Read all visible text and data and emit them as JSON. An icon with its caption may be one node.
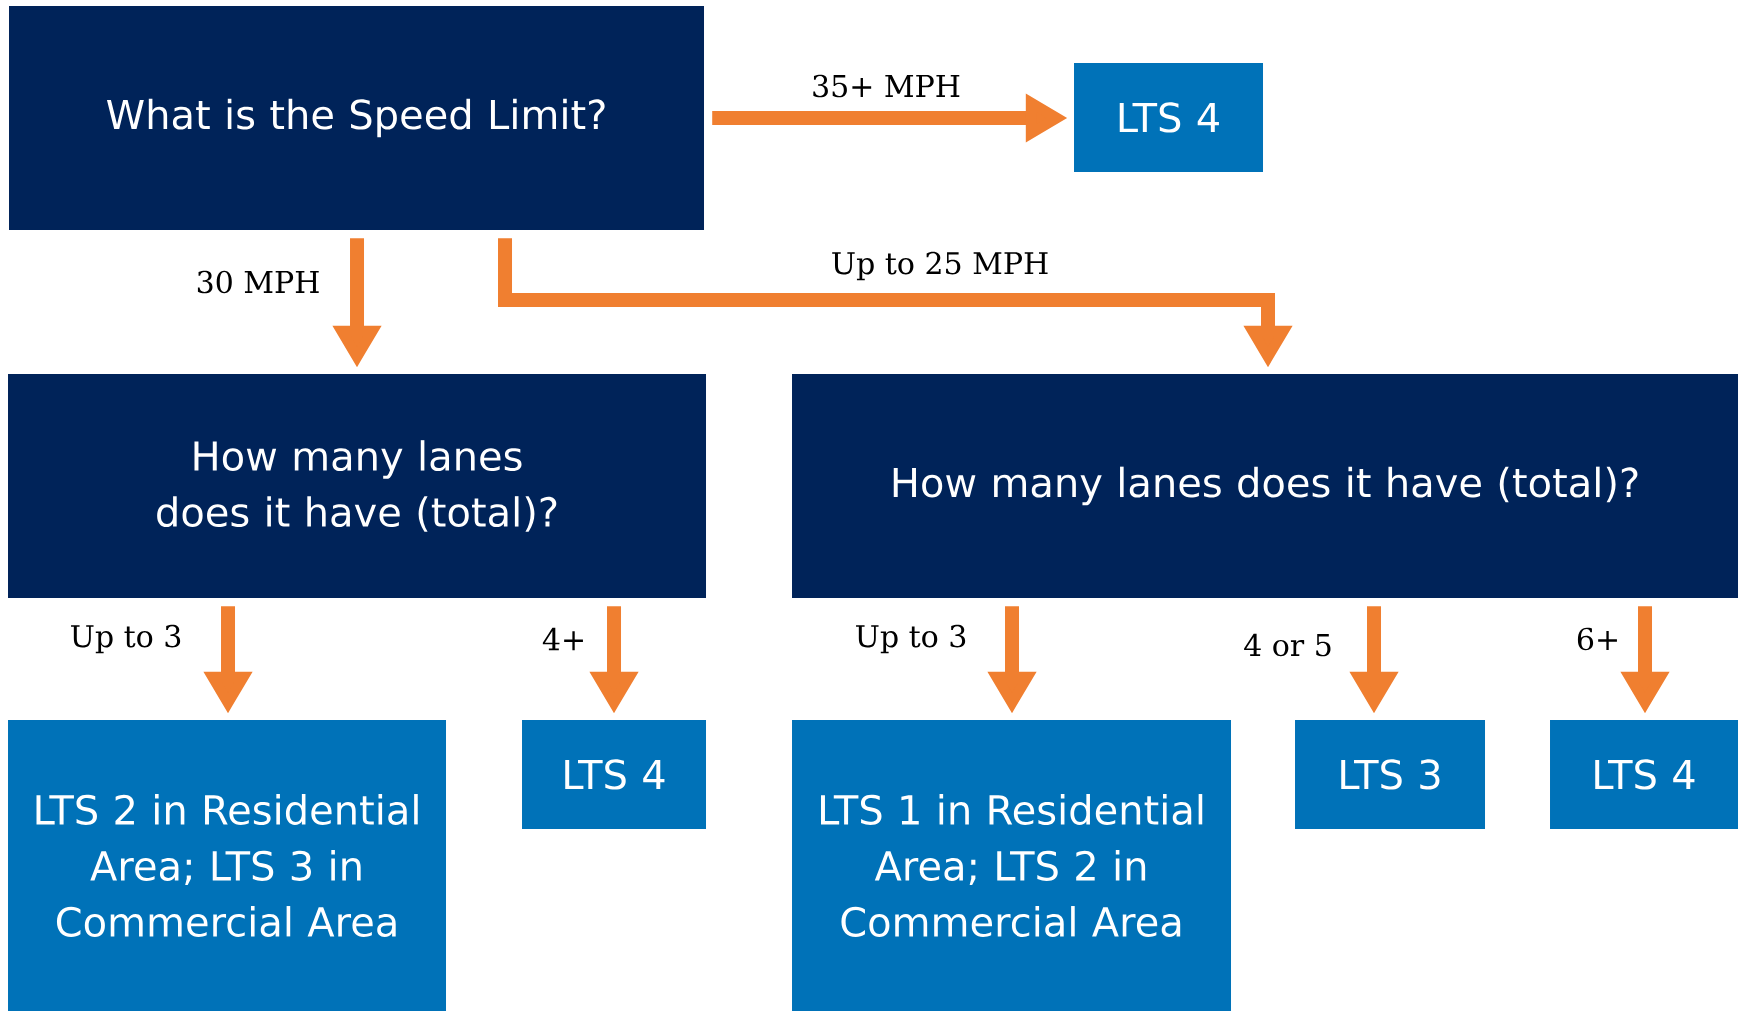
{
  "diagram": {
    "nodes": [
      {
        "text": [
          "What is the Speed Limit?"
        ]
      },
      {
        "text": [
          "LTS 4"
        ]
      },
      {
        "text": [
          "How many lanes does it have (total)?"
        ]
      },
      {
        "text": [
          "How many lanes does it have (total)?"
        ]
      },
      {
        "text": [
          "LTS 2 in Residential Area; LTS 3 in Commercial Area"
        ]
      },
      {
        "text": [
          "LTS 4"
        ]
      },
      {
        "text": [
          "LTS 1 in Residential Area; LTS 2 in Commercial Area"
        ]
      },
      {
        "text": [
          "LTS 3"
        ]
      },
      {
        "text": [
          "LTS 4"
        ]
      }
    ],
    "edges": [
      {
        "from": 0,
        "to": 1,
        "arrow": "to",
        "label": "35+ MPH"
      },
      {
        "from": 0,
        "to": 2,
        "arrow": "to",
        "label": "30 MPH"
      },
      {
        "from": 0,
        "to": 3,
        "arrow": "to",
        "label": "Up to 25 MPH"
      },
      {
        "from": 2,
        "to": 4,
        "arrow": "to",
        "label": "Up to 3"
      },
      {
        "from": 2,
        "to": 5,
        "arrow": "to",
        "label": "4+"
      },
      {
        "from": 3,
        "to": 6,
        "arrow": "to",
        "label": "Up to 3"
      },
      {
        "from": 3,
        "to": 7,
        "arrow": "to",
        "label": "4 or 5"
      },
      {
        "from": 3,
        "to": 8,
        "arrow": "to",
        "label": "6+"
      }
    ]
  }
}
